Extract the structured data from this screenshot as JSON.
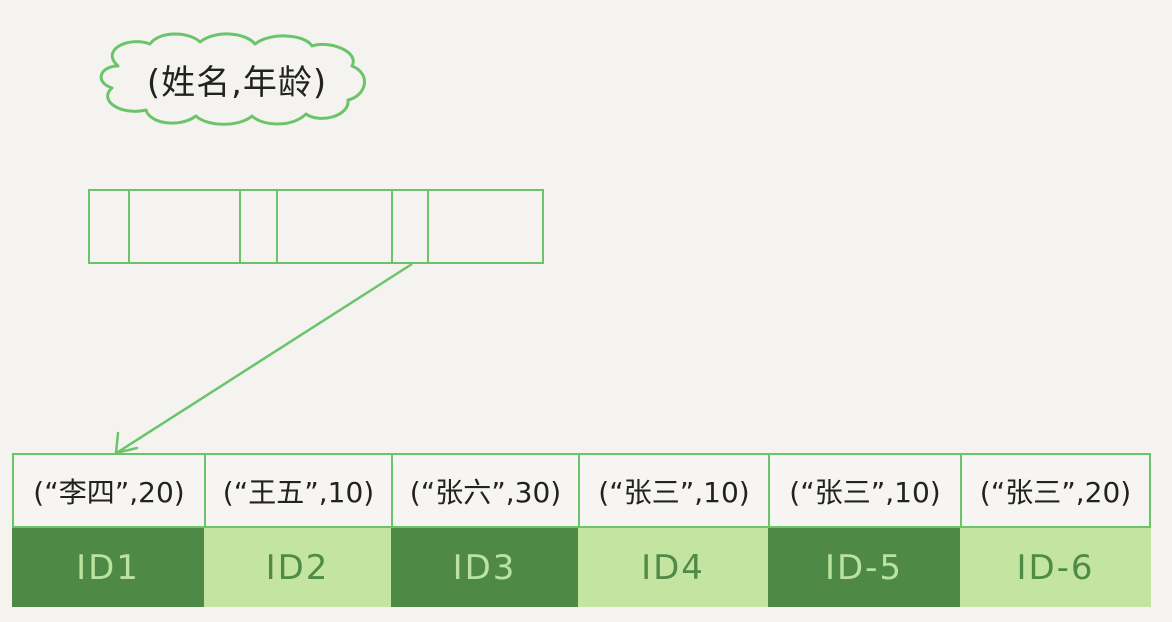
{
  "index_label": "(姓名,年龄)",
  "colors": {
    "line": "#6cc46a",
    "dark_fill": "#4e8a45",
    "light_fill": "#c4e5a2",
    "background": "#f4f3ef"
  },
  "records": [
    {
      "key": "(“李四”,20)",
      "id": "ID1",
      "style": "dark"
    },
    {
      "key": "(“王五”,10)",
      "id": "ID2",
      "style": "light"
    },
    {
      "key": "(“张六”,30)",
      "id": "ID3",
      "style": "dark"
    },
    {
      "key": "(“张三”,10)",
      "id": "ID4",
      "style": "light"
    },
    {
      "key": "(“张三”,10)",
      "id": "ID-5",
      "style": "dark"
    },
    {
      "key": "(“张三”,20)",
      "id": "ID-6",
      "style": "light"
    }
  ]
}
